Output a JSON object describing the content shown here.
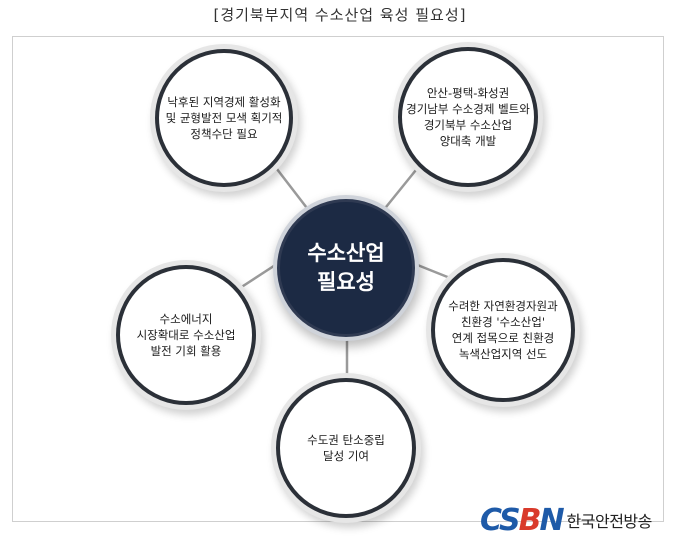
{
  "title": "[경기북부지역 수소산업 육성 필요성]",
  "center": {
    "text": "수소산업\n필요성"
  },
  "nodes": [
    {
      "text": "낙후된 지역경제 활성화\n및 균형발전 모색 획기적\n정책수단 필요"
    },
    {
      "text": "안산-평택-화성권\n경기남부 수소경제 벨트와\n경기북부 수소산업\n양대축 개발"
    },
    {
      "text": "수소에너지\n시장확대로 수소산업\n발전 기회 활용"
    },
    {
      "text": "수려한 자연환경자원과\n친환경 '수소산업'\n연계 접목으로 친환경\n녹색산업지역 선도"
    },
    {
      "text": "수도권 탄소중립\n달성 기여"
    }
  ],
  "watermark": {
    "mark": "CSBN",
    "name": "한국안전방송"
  },
  "colors": {
    "center_fill": "#1c2a44",
    "node_border": "#2b3038",
    "connector": "#9a9a9a",
    "logo_blue": "#1e5aa8",
    "logo_red": "#d93a2b"
  }
}
